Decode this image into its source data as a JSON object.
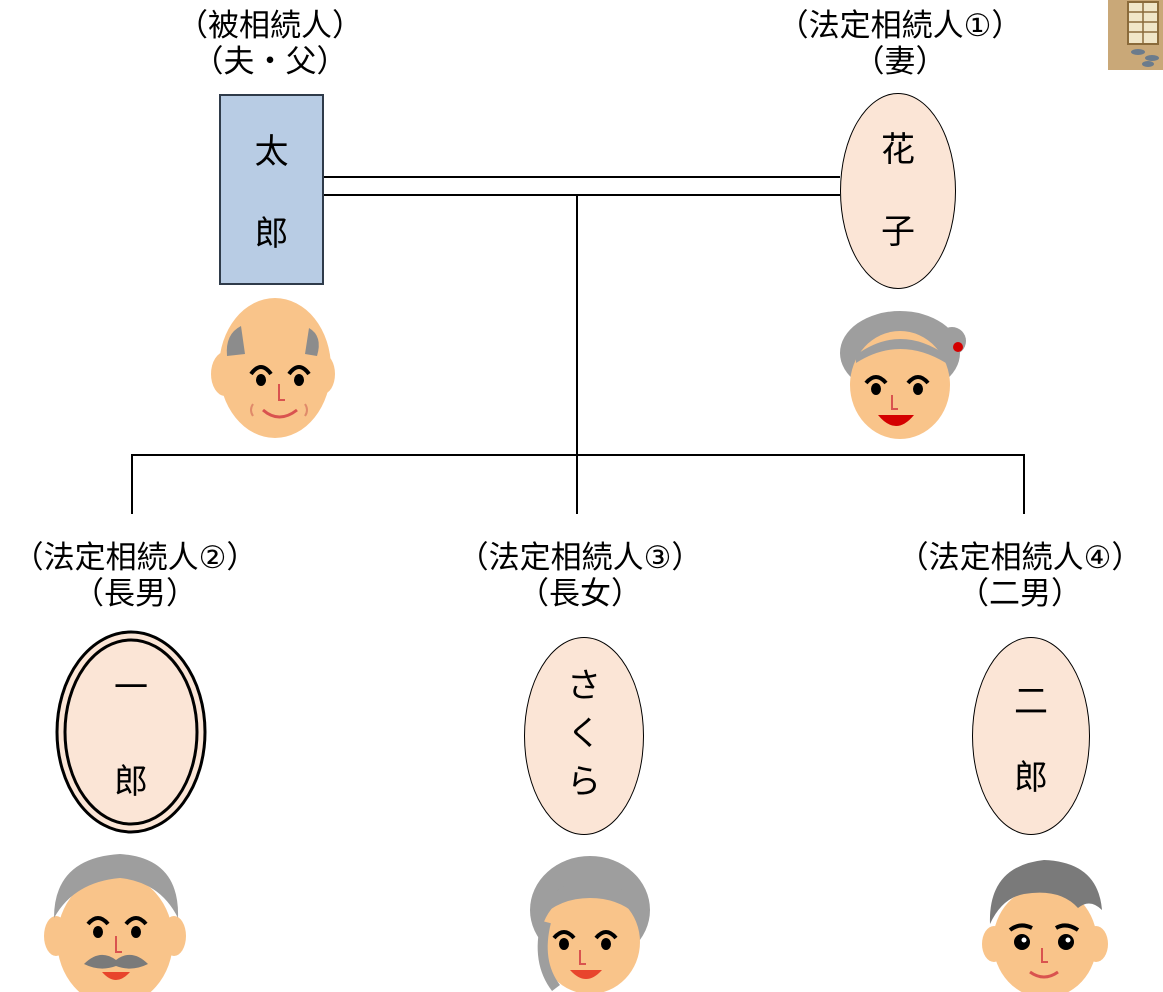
{
  "colors": {
    "deceased_fill": "#b8cce4",
    "heir_fill": "#fbe5d6",
    "skin": "#f9c48a",
    "hair_gray": "#9e9e9e",
    "line": "#000000"
  },
  "persons": {
    "taro": {
      "role": "（被相続人）",
      "relation": "（夫・父）",
      "name_chars": [
        "太",
        "郎"
      ]
    },
    "hanako": {
      "role": "（法定相続人①）",
      "relation": "（妻）",
      "name_chars": [
        "花",
        "子"
      ]
    },
    "ichiro": {
      "role": "（法定相続人②）",
      "relation": "（長男）",
      "name_chars": [
        "一",
        "郎"
      ]
    },
    "sakura": {
      "role": "（法定相続人③）",
      "relation": "（長女）",
      "name_chars": [
        "さ",
        "く",
        "ら"
      ]
    },
    "jiro": {
      "role": "（法定相続人④）",
      "relation": "（二男）",
      "name_chars": [
        "二",
        "郎"
      ]
    }
  },
  "icons": {
    "taro_face": "bald-old-man-face-icon",
    "hanako_face": "old-woman-face-icon",
    "ichiro_face": "mustache-man-face-icon",
    "sakura_face": "woman-face-icon",
    "jiro_face": "man-face-icon",
    "corner": "shoji-door-icon"
  }
}
